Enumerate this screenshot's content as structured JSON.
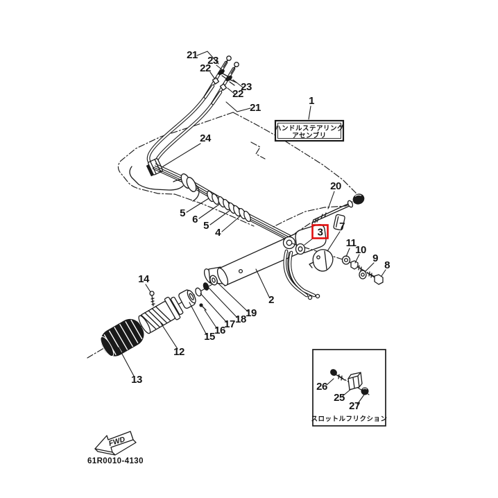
{
  "figure": {
    "drawing_code": "61R0010-4130",
    "fwd_label": "FWD",
    "assembly_box": {
      "line1": "ハンドルステアリング",
      "line2": "アセンブリ"
    },
    "inset_box": {
      "label": "スロットルフリクション"
    },
    "highlight": {
      "color": "#e01010",
      "part": "3"
    },
    "callouts": [
      {
        "label": "21"
      },
      {
        "label": "23"
      },
      {
        "label": "22"
      },
      {
        "label": "23"
      },
      {
        "label": "22"
      },
      {
        "label": "21"
      },
      {
        "label": "1"
      },
      {
        "label": "24"
      },
      {
        "label": "20"
      },
      {
        "label": "5"
      },
      {
        "label": "6"
      },
      {
        "label": "5"
      },
      {
        "label": "4"
      },
      {
        "label": "3"
      },
      {
        "label": "7"
      },
      {
        "label": "11"
      },
      {
        "label": "10"
      },
      {
        "label": "9"
      },
      {
        "label": "8"
      },
      {
        "label": "2"
      },
      {
        "label": "14"
      },
      {
        "label": "19"
      },
      {
        "label": "18"
      },
      {
        "label": "17"
      },
      {
        "label": "16"
      },
      {
        "label": "15"
      },
      {
        "label": "12"
      },
      {
        "label": "13"
      },
      {
        "label": "26"
      },
      {
        "label": "25"
      },
      {
        "label": "27"
      }
    ]
  }
}
